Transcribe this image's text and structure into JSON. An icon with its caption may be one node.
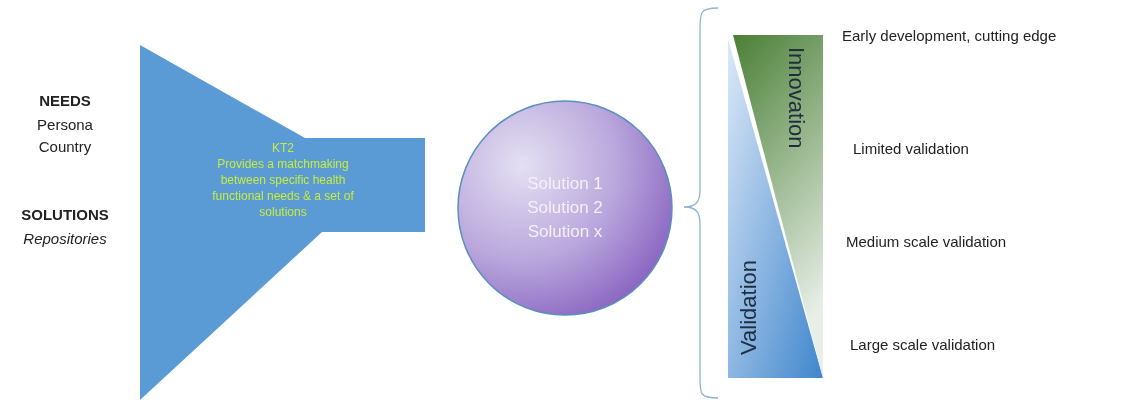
{
  "diagram": {
    "nodes": [
      {
        "text": [
          "KT2",
          "Provides a matchmaking between specific health functional needs & a set of solutions"
        ]
      },
      {
        "text": [
          "Solution 1",
          "Solution 2",
          "Solution x"
        ]
      },
      {
        "text": [
          "Validation"
        ]
      },
      {
        "text": [
          "Innovation"
        ]
      }
    ],
    "labels": [
      "NEEDS",
      "Persona",
      "Country",
      "SOLUTIONS",
      "Repositories",
      "Early development, cutting edge",
      "Limited validation",
      "Medium scale validation",
      "Large scale validation"
    ]
  }
}
